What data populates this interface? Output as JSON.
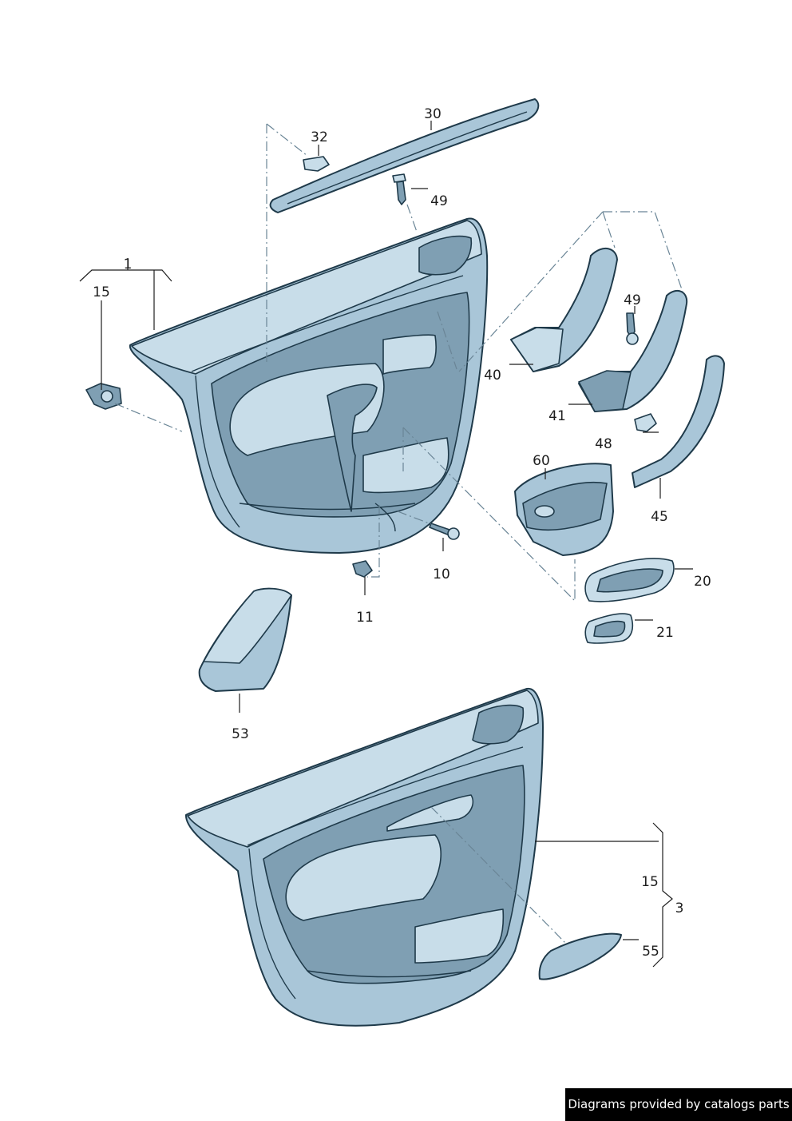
{
  "callouts": {
    "c1": "1",
    "c15a": "15",
    "c30": "30",
    "c32": "32",
    "c49a": "49",
    "c49b": "49",
    "c40": "40",
    "c41": "41",
    "c48": "48",
    "c60": "60",
    "c45": "45",
    "c10": "10",
    "c11": "11",
    "c20": "20",
    "c21": "21",
    "c53": "53",
    "c15b": "15",
    "c3": "3",
    "c55": "55"
  },
  "credit": "Diagrams provided by catalogs parts",
  "colors": {
    "part": "#a9c6d8",
    "outline": "#1f3a4a",
    "credit_bg": "#000000"
  }
}
